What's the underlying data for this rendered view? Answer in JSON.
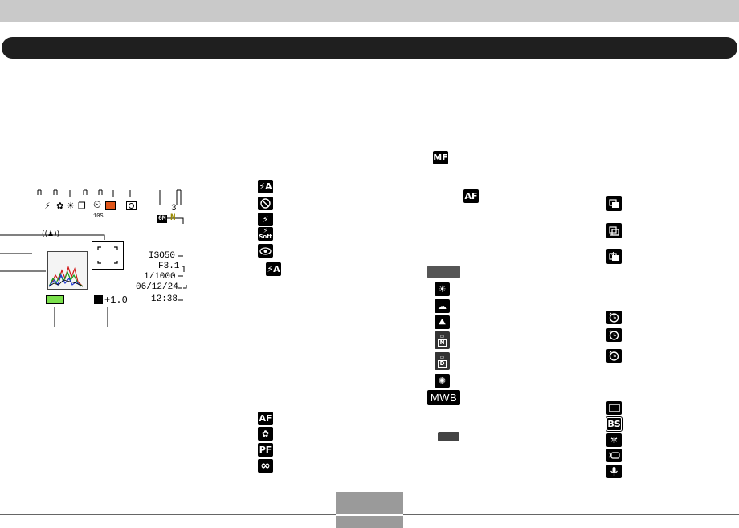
{
  "display": {
    "status_icons": {
      "flash": "flash-icon",
      "macro": "macro-icon",
      "white_balance": "sun-icon",
      "continuous": "continuous-shutter-icon",
      "self_timer": "self-timer-icon",
      "self_timer_label": "10S",
      "recording_indicator": "recording-indicator-icon",
      "metering": "metering-icon",
      "image_size": "6M",
      "quality": "N",
      "remaining_shots": "3",
      "anti_shake": "anti-shake-icon"
    },
    "readouts": {
      "iso": "ISO50",
      "aperture": "F3.1",
      "shutter": "1/1000",
      "date": "06/12/24",
      "time": "12:38",
      "ev": "+1.0"
    },
    "battery_color": "#7be04d",
    "recording_color": "#e0561a"
  },
  "flash_mode_icons": [
    "flash-auto-icon",
    "flash-off-icon",
    "flash-on-icon",
    "soft-flash-icon",
    "red-eye-reduction-icon",
    "flash-auto-small-icon"
  ],
  "soft_flash_label": "Soft",
  "focus_labels": {
    "mf": "MF",
    "af": "AF"
  },
  "focus_mode_icons": [
    "af-icon",
    "macro-focus-icon",
    "pan-focus-icon",
    "infinity-icon"
  ],
  "focus_mode_labels": {
    "af": "AF",
    "pf": "PF",
    "infinity": "∞"
  },
  "white_balance_icons": [
    "auto-wb-icon",
    "daylight-icon",
    "overcast-icon",
    "shade-icon",
    "fluorescent-n-icon",
    "fluorescent-d-icon",
    "tungsten-icon",
    "manual-wb-icon"
  ],
  "wb_labels": {
    "n": "N",
    "d": "D",
    "mwb": "MWB"
  },
  "drive_mode_icons": [
    "continuous-icon",
    "high-speed-continuous-icon",
    "flash-continuous-icon"
  ],
  "timer_icons": [
    "self-timer-1-icon",
    "self-timer-2-icon",
    "self-timer-3-icon"
  ],
  "mode_icons": [
    "snapshot-icon",
    "bestshot-icon",
    "easy-mode-icon",
    "movie-icon",
    "voice-recording-icon"
  ],
  "mode_labels": {
    "bestshot": "BS"
  }
}
